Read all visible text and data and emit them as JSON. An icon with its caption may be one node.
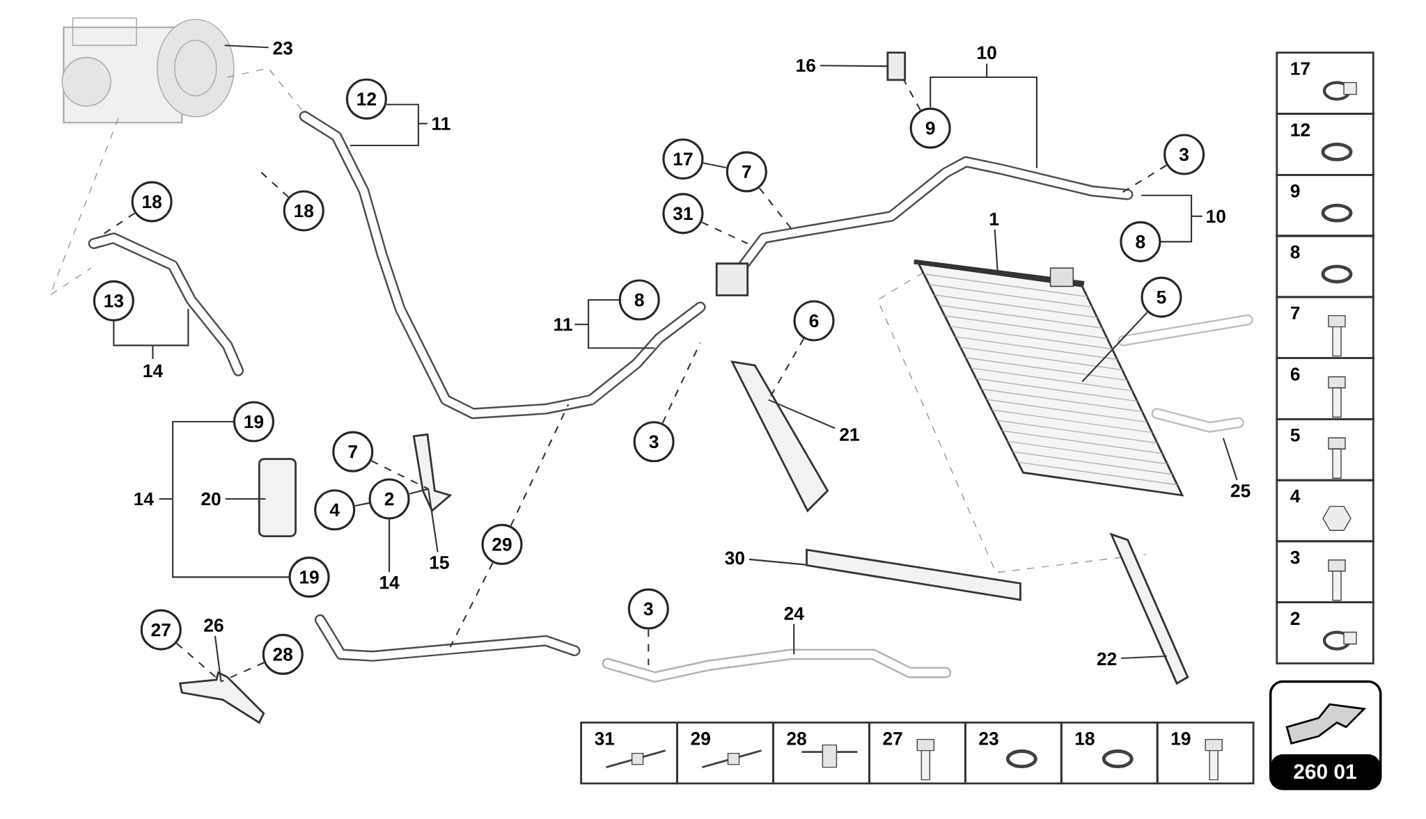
{
  "diagram": {
    "nodes": [
      {
        "text": [
          "23"
        ]
      },
      {
        "text": [
          "12"
        ]
      },
      {
        "text": [
          "11"
        ]
      },
      {
        "text": [
          "18"
        ]
      },
      {
        "text": [
          "18"
        ]
      },
      {
        "text": [
          "13"
        ]
      },
      {
        "text": [
          "14"
        ]
      },
      {
        "text": [
          "19"
        ]
      },
      {
        "text": [
          "20"
        ]
      },
      {
        "text": [
          "14"
        ]
      },
      {
        "text": [
          "19"
        ]
      },
      {
        "text": [
          "27"
        ]
      },
      {
        "text": [
          "26"
        ]
      },
      {
        "text": [
          "28"
        ]
      },
      {
        "text": [
          "7"
        ]
      },
      {
        "text": [
          "4"
        ]
      },
      {
        "text": [
          "2"
        ]
      },
      {
        "text": [
          "15"
        ]
      },
      {
        "text": [
          "14"
        ]
      },
      {
        "text": [
          "29"
        ]
      },
      {
        "text": [
          "11"
        ]
      },
      {
        "text": [
          "8"
        ]
      },
      {
        "text": [
          "3"
        ]
      },
      {
        "text": [
          "17"
        ]
      },
      {
        "text": [
          "7"
        ]
      },
      {
        "text": [
          "31"
        ]
      },
      {
        "text": [
          "16"
        ]
      },
      {
        "text": [
          "9"
        ]
      },
      {
        "text": [
          "10"
        ]
      },
      {
        "text": [
          "3"
        ]
      },
      {
        "text": [
          "10"
        ]
      },
      {
        "text": [
          "8"
        ]
      },
      {
        "text": [
          "1"
        ]
      },
      {
        "text": [
          "6"
        ]
      },
      {
        "text": [
          "21"
        ]
      },
      {
        "text": [
          "5"
        ]
      },
      {
        "text": [
          "25"
        ]
      },
      {
        "text": [
          "30"
        ]
      },
      {
        "text": [
          "3"
        ]
      },
      {
        "text": [
          "24"
        ]
      },
      {
        "text": [
          "22"
        ]
      },
      {
        "text": [],
        "shape": "picture"
      },
      {
        "text": [],
        "shape": "picture"
      },
      {
        "text": [],
        "shape": "box"
      },
      {
        "text": [],
        "shape": "picture"
      },
      {
        "text": [],
        "shape": "bar"
      }
    ],
    "edges": [
      {
        "from": 0,
        "to": null,
        "arrow": "none"
      },
      {
        "from": 3,
        "to": null,
        "arrow": "none",
        "style": "dashed"
      },
      {
        "from": 4,
        "to": null,
        "arrow": "none",
        "style": "dashed"
      },
      {
        "from": 8,
        "to": null,
        "arrow": "none"
      },
      {
        "from": 11,
        "to": 41,
        "arrow": "none",
        "style": "dashed"
      },
      {
        "from": 12,
        "to": 41,
        "arrow": "none"
      },
      {
        "from": 13,
        "to": 41,
        "arrow": "none",
        "style": "dashed"
      },
      {
        "from": 14,
        "to": 42,
        "arrow": "none",
        "style": "dashed"
      },
      {
        "from": 15,
        "to": 16,
        "arrow": "none"
      },
      {
        "from": 16,
        "to": 42,
        "arrow": "none"
      },
      {
        "from": 17,
        "to": 42,
        "arrow": "none"
      },
      {
        "from": 18,
        "to": 16,
        "arrow": "none"
      },
      {
        "from": 19,
        "to": null,
        "arrow": "none",
        "style": "dashed"
      },
      {
        "from": 19,
        "to": null,
        "arrow": "none",
        "style": "dashed"
      },
      {
        "from": 22,
        "to": null,
        "arrow": "none",
        "style": "dashed"
      },
      {
        "from": 24,
        "to": null,
        "arrow": "none",
        "style": "dashed"
      },
      {
        "from": 25,
        "to": null,
        "arrow": "none",
        "style": "dashed"
      },
      {
        "from": 26,
        "to": 43,
        "arrow": "none"
      },
      {
        "from": 27,
        "to": 43,
        "arrow": "none",
        "style": "dashed"
      },
      {
        "from": 29,
        "to": null,
        "arrow": "none",
        "style": "dashed"
      },
      {
        "from": 32,
        "to": null,
        "arrow": "none"
      },
      {
        "from": 33,
        "to": 44,
        "arrow": "none",
        "style": "dashed"
      },
      {
        "from": 35,
        "to": null,
        "arrow": "none"
      },
      {
        "from": 36,
        "to": null,
        "arrow": "none"
      },
      {
        "from": 37,
        "to": 45,
        "arrow": "none"
      },
      {
        "from": 38,
        "to": null,
        "arrow": "none",
        "style": "dashed"
      },
      {
        "from": 39,
        "to": null,
        "arrow": "none"
      },
      {
        "from": 40,
        "to": null,
        "arrow": "none"
      },
      {
        "from": 23,
        "to": 24,
        "arrow": "none"
      },
      {
        "from": 34,
        "to": 44,
        "arrow": "none"
      }
    ],
    "labels": [
      "17",
      "12",
      "9",
      "8",
      "7",
      "6",
      "5",
      "4",
      "3",
      "2",
      "31",
      "29",
      "28",
      "27",
      "23",
      "18",
      "19",
      "260 01"
    ]
  }
}
